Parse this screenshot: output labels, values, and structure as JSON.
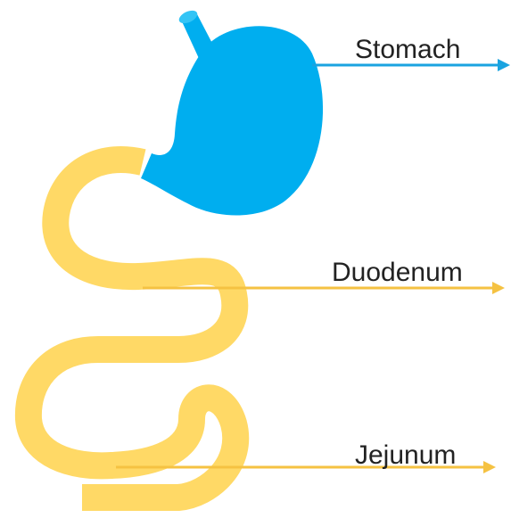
{
  "labels": {
    "stomach": "Stomach",
    "duodenum": "Duodenum",
    "jejunum": "Jejunum"
  },
  "colors": {
    "stomach": "#00AEEF",
    "intestine": "#FFD966",
    "stomach_arrow": "#1AA3E0",
    "intestine_arrow": "#F5C242",
    "text": "#222222"
  }
}
